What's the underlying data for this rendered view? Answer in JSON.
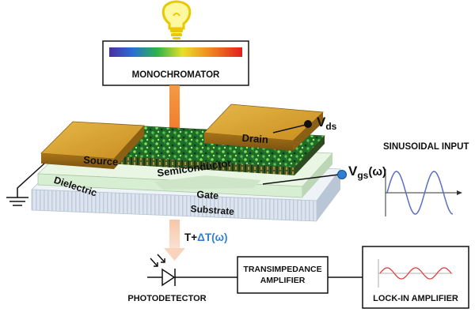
{
  "monochromator": {
    "label": "MONOCHROMATOR"
  },
  "device": {
    "source": "Source",
    "drain": "Drain",
    "semiconductor": "Semiconductor",
    "dielectric": "Dielectric",
    "gate": "Gate",
    "substrate": "Substrate"
  },
  "terminals": {
    "vds_main": "V",
    "vds_sub": "ds",
    "vgs_main": "V",
    "vgs_sub": "gs",
    "vgs_suffix": "(ω)"
  },
  "input": {
    "label": "SINUSOIDAL INPUT"
  },
  "temperature": {
    "prefix": "T+",
    "delta": "ΔT(ω)"
  },
  "photodetector": {
    "label": "PHOTODETECTOR"
  },
  "transimpedance": {
    "line1": "TRANSIMPEDANCE",
    "line2": "AMPLIFIER"
  },
  "lockin": {
    "label": "LOCK-IN AMPLIFIER"
  },
  "colors": {
    "gold": "#d9a534",
    "temperature_blue": "#2f7fd0",
    "sine_blue": "#5a6fc0",
    "sine_red": "#e04040",
    "beam_orange": "#f0883a"
  }
}
